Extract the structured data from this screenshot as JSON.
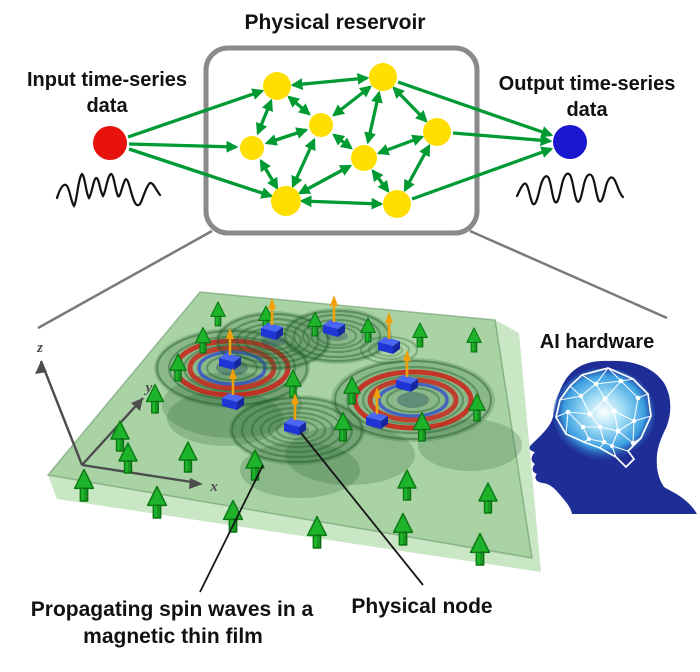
{
  "figure": {
    "title": "Physical reservoir",
    "input": {
      "line1": "Input time-series",
      "line2": "data"
    },
    "output": {
      "line1": "Output time-series",
      "line2": "data"
    },
    "ai_hardware_label": "AI hardware",
    "spin_wave_caption": {
      "line1": "Propagating spin waves in a",
      "line2": "magnetic thin film"
    },
    "physical_node_label": "Physical node",
    "axes": {
      "x": "x",
      "y": "y",
      "z": "z"
    }
  },
  "network": {
    "node_count": 8,
    "input_connections": 3,
    "output_connections": 3,
    "node_shape": "yellow-circle",
    "edge_style": "green-double-arrow"
  },
  "film": {
    "physical_node_count": 8,
    "spin_wave_sources": 6,
    "magnetization_arrow_count": 26
  },
  "colors": {
    "green_edge": "#009a33",
    "node_yellow": "#ffdf00",
    "input_red": "#e8120c",
    "output_blue": "#1a17cf",
    "box_gray": "#8a8a8a",
    "film_top": "#a7d2a2",
    "film_side": "#c9e6c5",
    "arrow_green": "#1db32a",
    "arrow_green_dark": "#0b7a14",
    "ripple_green": "#1e5c2a",
    "ripple_red": "#cc2018",
    "ripple_blue": "#2742d6",
    "node_box_blue": "#1f35d6",
    "spin_orange": "#f2a007",
    "head_navy": "#1f2d96",
    "brain_blue": "#2f9ce0",
    "axis_gray": "#4d4d4d",
    "leader_gray": "#7a7a7a",
    "text_black": "#111111"
  }
}
